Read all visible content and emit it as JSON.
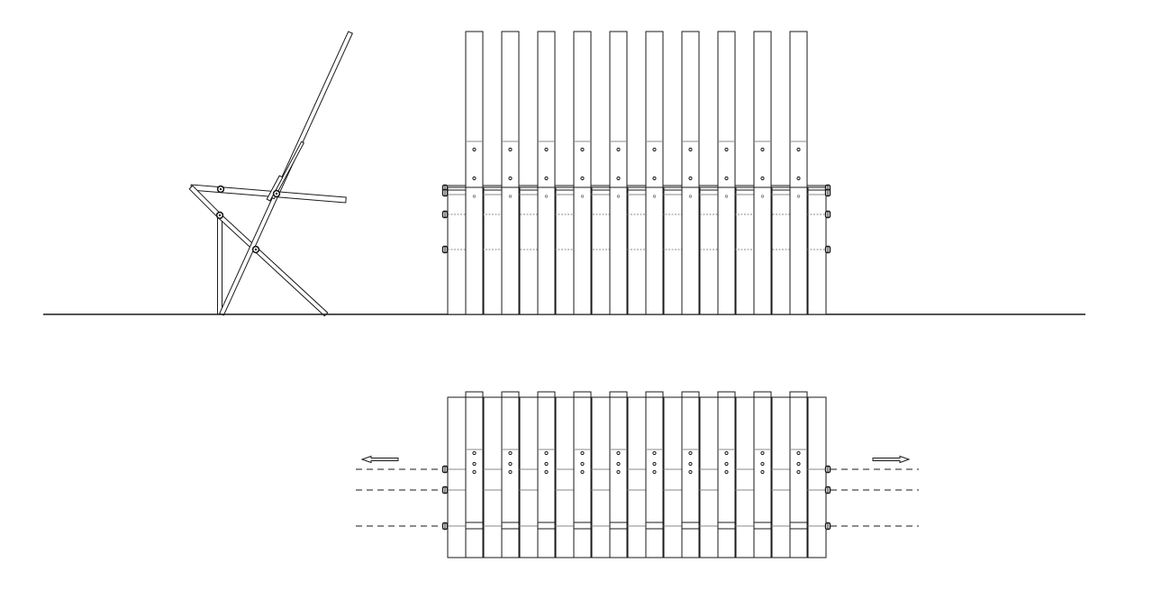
{
  "figure": {
    "kind": "technical drawing",
    "views": [
      "side-view",
      "front-view",
      "top-view"
    ],
    "colors": {
      "line": "#1a1a1a",
      "hidden_line": "#8a8a8a",
      "background": "#ffffff"
    },
    "front_view": {
      "slat_count": 10,
      "bolt_rows": 3,
      "screws_per_slat": 2
    },
    "top_view": {
      "slat_count": 10,
      "lower_board_count": 11,
      "rod_count": 3,
      "expand_arrows": [
        "left",
        "right"
      ]
    }
  }
}
